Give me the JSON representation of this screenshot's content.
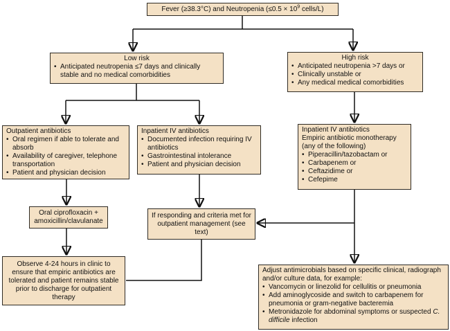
{
  "colors": {
    "box_fill": "#f4e1c5",
    "box_border": "#2e2a24",
    "connector": "#111111",
    "background": "#ffffff",
    "text": "#111111"
  },
  "root_box": {
    "pre": "Fever (≥38.3°C) and Neutropenia (≤0.5 × 10",
    "sup": "9",
    "post": " cells/L)"
  },
  "low_risk": {
    "title": "Low risk",
    "bullets": [
      "Anticipated neutropenia ≤7 days and clinically stable and no medical comorbidities"
    ]
  },
  "high_risk": {
    "title": "High risk",
    "bullets": [
      "Anticipated neutropenia >7 days or",
      "Clinically unstable or",
      "Any medical medical comorbidities"
    ]
  },
  "outpatient": {
    "title": "Outpatient antibiotics",
    "bullets": [
      "Oral regimen if able to tolerate and absorb",
      "Availability of caregiver, telephone transportation",
      "Patient and physician decision"
    ]
  },
  "inpatient_mid": {
    "title": "Inpatient IV antibiotics",
    "bullets": [
      "Documented infection requiring IV antibiotics",
      "Gastrointestinal intolerance",
      "Patient and physician decision"
    ]
  },
  "inpatient_right": {
    "title": "Inpatient IV antibiotics",
    "subtitle1": "Empiric antibiotic monotherapy",
    "subtitle2": "(any of the following)",
    "bullets": [
      "Piperacillin/tazobactam or",
      "Carbapenem or",
      "Ceftazidime or",
      "Cefepime"
    ]
  },
  "oral_cipro": {
    "text": "Oral ciprofloxacin + amoxicillin/clavulanate"
  },
  "if_responding": {
    "text": "If responding and criteria met for outpatient management (see text)"
  },
  "observe": {
    "text": "Observe 4-24 hours in clinic to ensure that empiric antibiotics are tolerated and patient remains stable prior to discharge for outpatient therapy"
  },
  "adjust": {
    "title": "Adjust antimicrobials based on specific clinical, radiograph and/or culture data, for example:",
    "bullets": [
      "Vancomycin or linezolid for cellulitis or pneumonia",
      "Add aminoglycoside and switch to carbapenem for pneumonia or gram-negative bacteremia"
    ],
    "bullet3_pre": "Metronidazole for abdominal symptoms or suspected ",
    "bullet3_italic": "C. difficile",
    "bullet3_post": " infection"
  }
}
